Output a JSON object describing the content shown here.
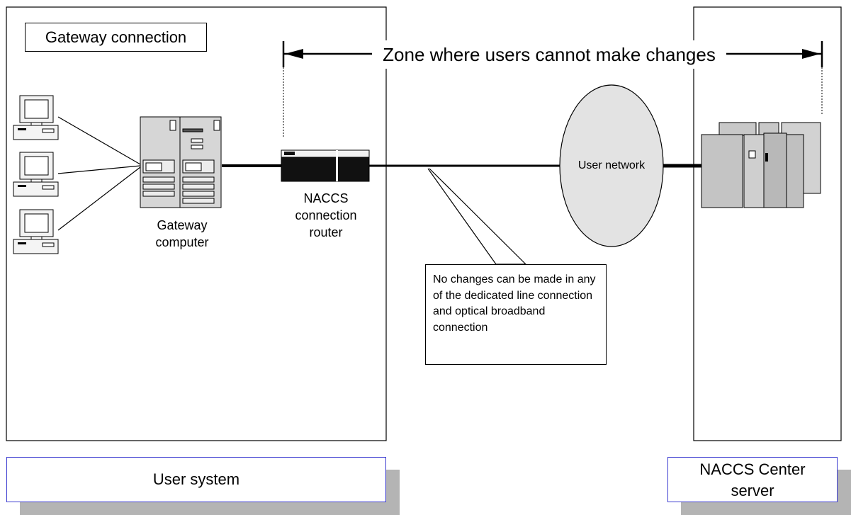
{
  "title": "Gateway connection",
  "zone_label": "Zone where users cannot make changes",
  "gateway_computer_label": "Gateway\ncomputer",
  "router_label": "NACCS\nconnection\nrouter",
  "network_label": "User network",
  "callout_text": "No changes can be made in any of the dedicated line connection and optical broadband connection",
  "user_system_label": "User system",
  "center_server_label": "NACCS Center\nserver",
  "icons": [
    "terminal-pc-icon",
    "gateway-server-icon",
    "router-icon",
    "network-cloud-icon",
    "host-server-icon"
  ],
  "colors": {
    "label_border": "#3a3ad0",
    "shadow": "#b4b4b4",
    "network_fill": "#e3e3e3"
  }
}
